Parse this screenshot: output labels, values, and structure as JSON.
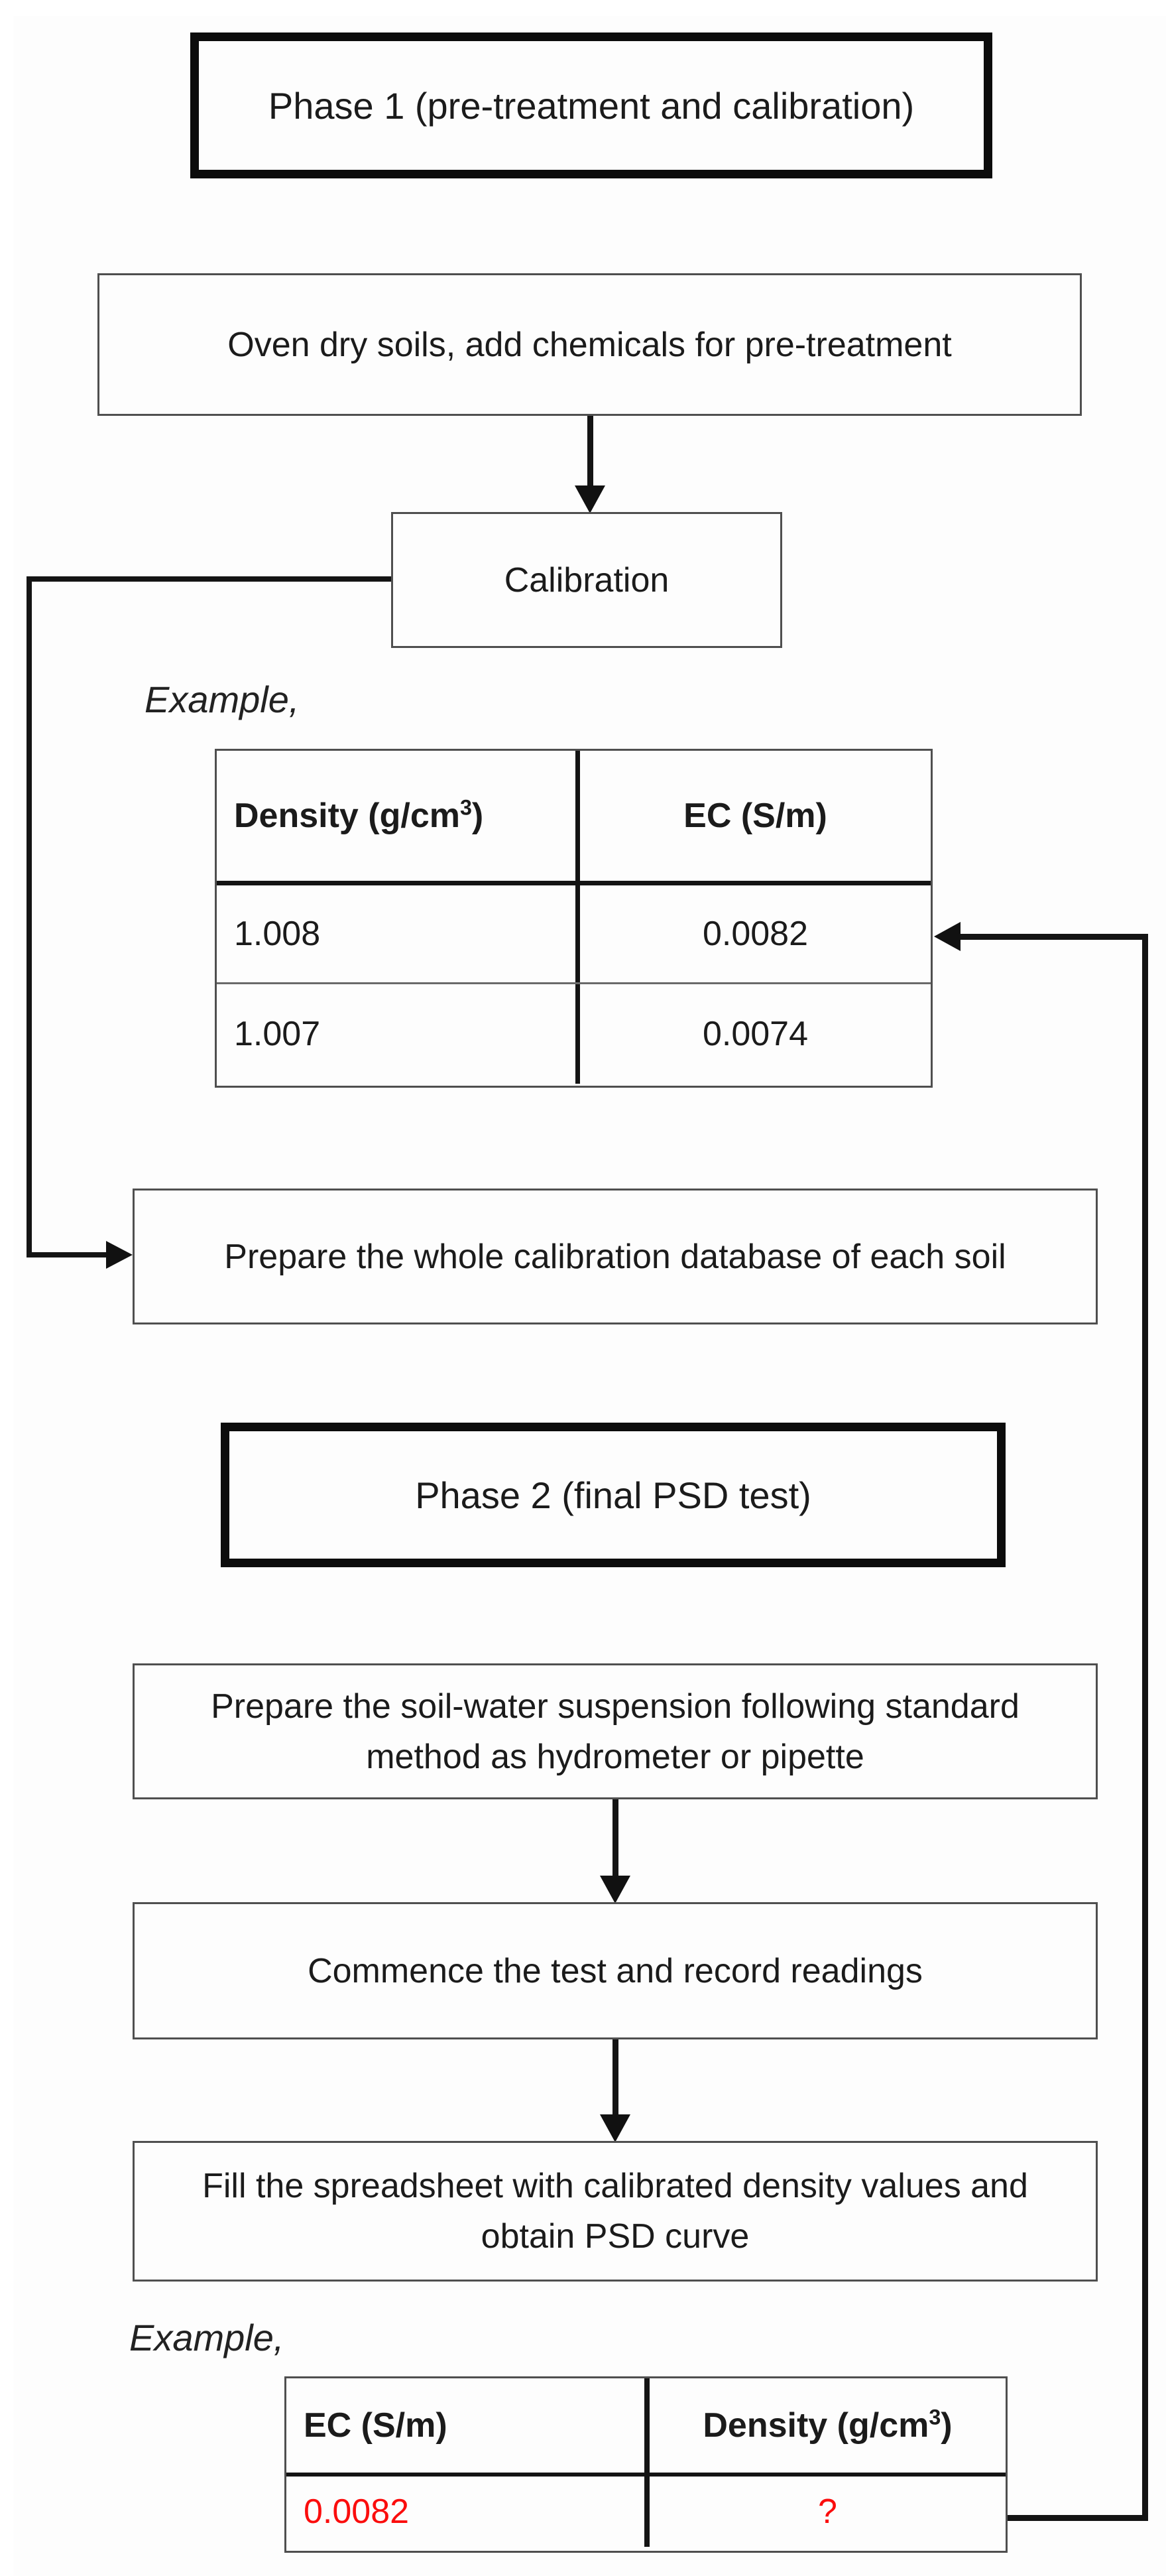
{
  "colors": {
    "accent_red": "#fb0d0d",
    "connector_line": "#141414",
    "box_border": "#4f4f4f",
    "phase_border": "#0c0c0c",
    "text": "#1b1b1b"
  },
  "phase1": {
    "title": "Phase 1 (pre-treatment and calibration)"
  },
  "phase2": {
    "title": "Phase 2 (final PSD test)"
  },
  "steps": {
    "oven_dry": "Oven dry soils, add chemicals for pre-treatment",
    "calibration": "Calibration",
    "prepare_database": "Prepare the whole calibration database of each soil",
    "suspension_line1": "Prepare the soil-water suspension following standard",
    "suspension_line2": "method as hydrometer or pipette",
    "commence": "Commence the test and record readings",
    "fill_line1": "Fill the spreadsheet with calibrated density values and",
    "fill_line2": "obtain PSD curve"
  },
  "example_labels": {
    "phase1": "Example,",
    "phase2": "Example,"
  },
  "calibration_table": {
    "header": {
      "density_pre": "Density (g/cm",
      "density_sup": "3",
      "density_post": ")",
      "ec": "EC (S/m)"
    },
    "rows": [
      {
        "density": "1.008",
        "ec": "0.0082"
      },
      {
        "density": "1.007",
        "ec": "0.0074"
      }
    ]
  },
  "result_table": {
    "header": {
      "ec": "EC (S/m)",
      "density_pre": "Density (g/cm",
      "density_sup": "3",
      "density_post": ")"
    },
    "row": {
      "ec": "0.0082",
      "density": "?"
    }
  }
}
